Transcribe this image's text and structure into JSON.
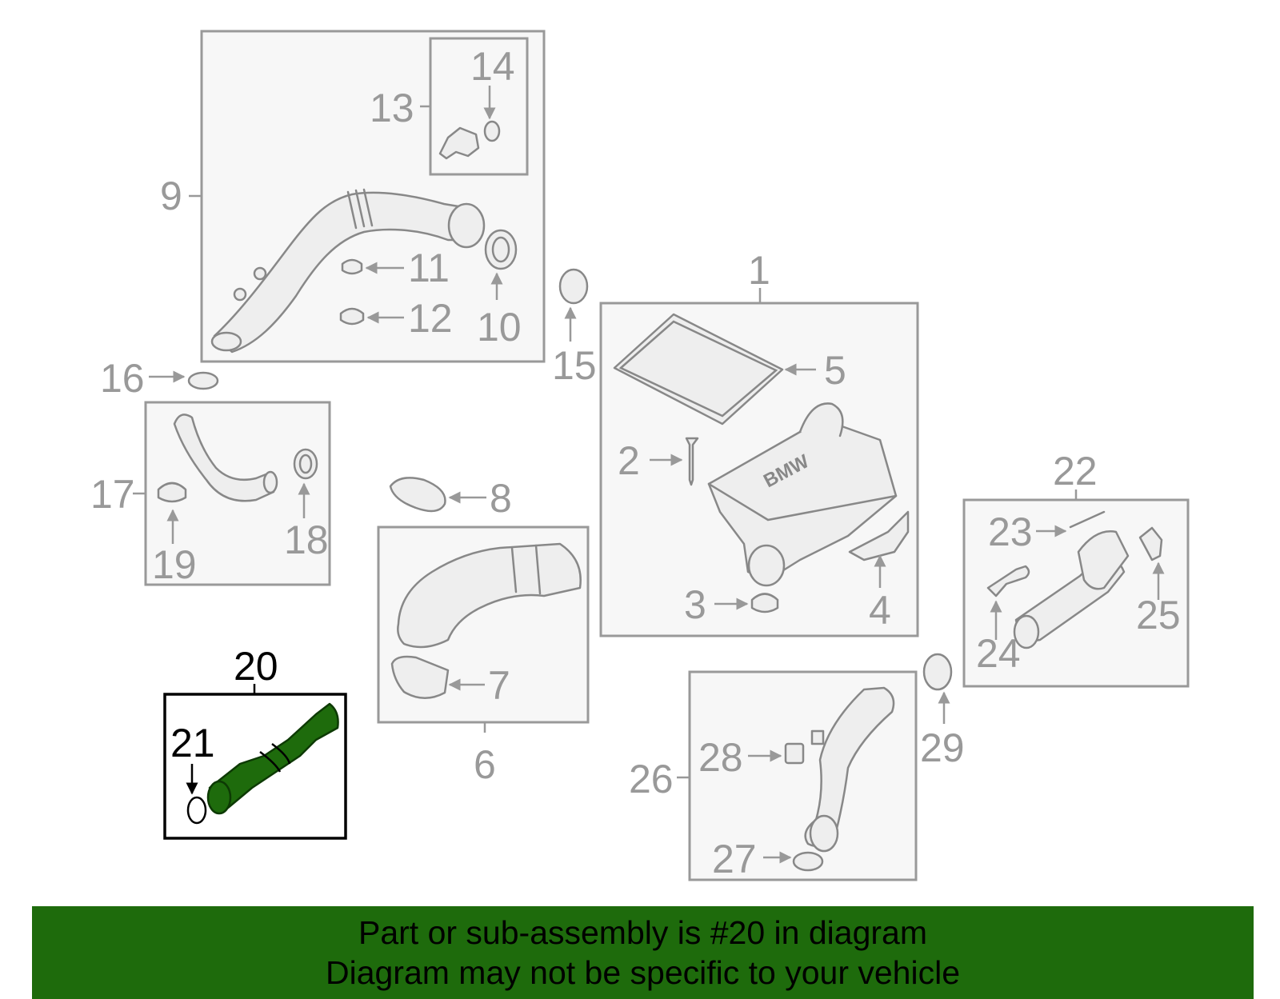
{
  "diagram": {
    "highlighted_part": "20",
    "callouts": [
      "1",
      "2",
      "3",
      "4",
      "5",
      "6",
      "7",
      "8",
      "9",
      "10",
      "11",
      "12",
      "13",
      "14",
      "15",
      "16",
      "17",
      "18",
      "19",
      "20",
      "21",
      "22",
      "23",
      "24",
      "25",
      "26",
      "27",
      "28",
      "29"
    ],
    "brand_mark": "BMW",
    "colors": {
      "highlight": "#1e6b0c",
      "line": "#999999",
      "box_fill": "#f7f7f7"
    }
  },
  "banner": {
    "line1": "Part or sub-assembly is #20 in diagram",
    "line2": "Diagram may not be specific to your vehicle"
  }
}
